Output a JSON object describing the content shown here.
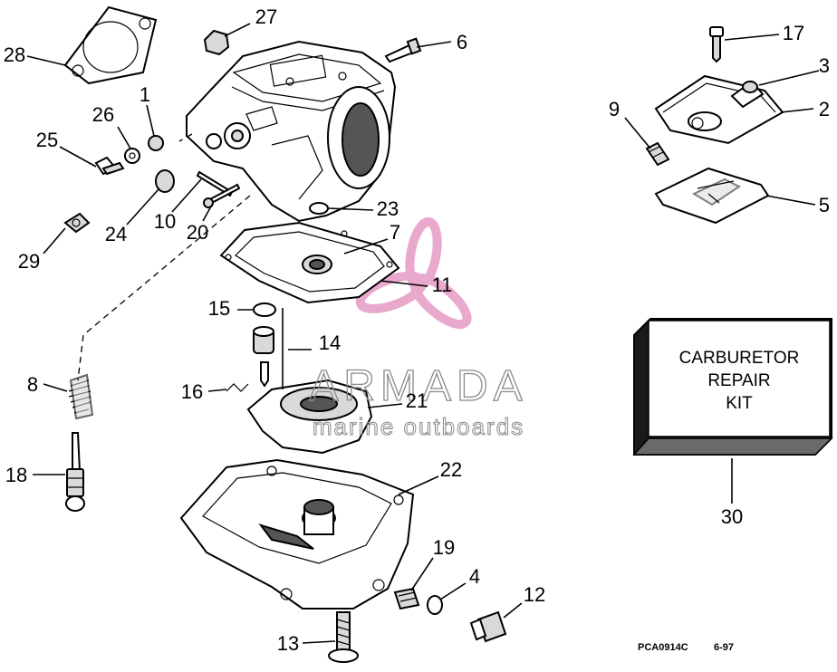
{
  "callouts": [
    "1",
    "2",
    "3",
    "4",
    "5",
    "6",
    "7",
    "8",
    "9",
    "10",
    "11",
    "12",
    "13",
    "14",
    "15",
    "16",
    "17",
    "18",
    "19",
    "20",
    "21",
    "22",
    "23",
    "24",
    "25",
    "26",
    "27",
    "28",
    "29",
    "30"
  ],
  "kit_label": [
    "CARBURETOR",
    "REPAIR",
    "KIT"
  ],
  "watermark": {
    "brand": "ARMADA",
    "tagline": "marine outboards"
  },
  "drawing_code": "PCA0914C",
  "drawing_date": "6-97",
  "colors": {
    "ink": "#000000",
    "logo_pink": "#e59bc4",
    "watermark_gray": "#8a8a8a"
  }
}
